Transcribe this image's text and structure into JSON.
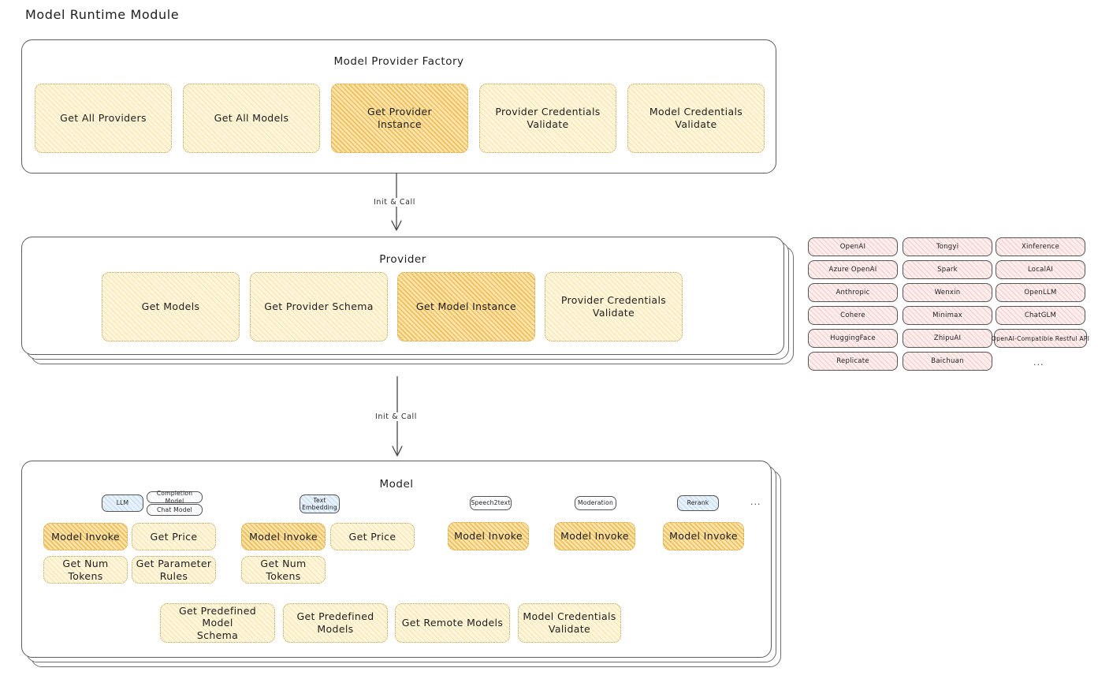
{
  "diagram": {
    "title": "Model Runtime Module",
    "style": "hand-drawn architecture diagram"
  },
  "colors": {
    "highlight_fill": "#fbe3ae",
    "light_fill": "#fdf6dd",
    "provider_pill_fill": "#fdeeee",
    "model_type_pill_fill": "#e8f2fb",
    "stroke": "#1e1e1e",
    "panel_border": "#5c5c5c"
  },
  "factory": {
    "title": "Model Provider Factory",
    "boxes": [
      {
        "label": "Get All Providers",
        "highlighted": false
      },
      {
        "label": "Get All Models",
        "highlighted": false
      },
      {
        "label": "Get Provider\nInstance",
        "highlighted": true
      },
      {
        "label": "Provider Credentials\nValidate",
        "highlighted": false
      },
      {
        "label": "Model Credentials\nValidate",
        "highlighted": false
      }
    ]
  },
  "connectors": [
    {
      "label": "Init & Call",
      "from": "Model Provider Factory",
      "to": "Provider"
    },
    {
      "label": "Init & Call",
      "from": "Provider",
      "to": "Model"
    }
  ],
  "provider": {
    "title": "Provider",
    "boxes": [
      {
        "label": "Get Models",
        "highlighted": false
      },
      {
        "label": "Get Provider Schema",
        "highlighted": false
      },
      {
        "label": "Get Model Instance",
        "highlighted": true
      },
      {
        "label": "Provider Credentials\nValidate",
        "highlighted": false
      }
    ]
  },
  "provider_list": {
    "columns": [
      [
        "OpenAI",
        "Azure OpenAI",
        "Anthropic",
        "Cohere",
        "HuggingFace",
        "Replicate"
      ],
      [
        "Tongyi",
        "Spark",
        "Wenxin",
        "Minimax",
        "ZhipuAI",
        "Baichuan"
      ],
      [
        "Xinference",
        "LocalAI",
        "OpenLLM",
        "ChatGLM",
        "OpenAI-Compatible Restful API"
      ]
    ],
    "more_indicator": "..."
  },
  "model": {
    "title": "Model",
    "more_indicator": "...",
    "groups": [
      {
        "type_pill": "LLM",
        "type_pill_style": "blue",
        "sub_pills": [
          "Completion Model",
          "Chat Model"
        ],
        "boxes": [
          {
            "label": "Model Invoke",
            "highlighted": true
          },
          {
            "label": "Get Price",
            "highlighted": false
          },
          {
            "label": "Get Num Tokens",
            "highlighted": false
          },
          {
            "label": "Get Parameter\nRules",
            "highlighted": false
          }
        ]
      },
      {
        "type_pill": "Text\nEmbedding",
        "type_pill_style": "blue",
        "sub_pills": [],
        "boxes": [
          {
            "label": "Model Invoke",
            "highlighted": true
          },
          {
            "label": "Get Price",
            "highlighted": false
          },
          {
            "label": "Get Num Tokens",
            "highlighted": false
          }
        ]
      },
      {
        "type_pill": "Speech2text",
        "type_pill_style": "plain",
        "sub_pills": [],
        "boxes": [
          {
            "label": "Model Invoke",
            "highlighted": true
          }
        ]
      },
      {
        "type_pill": "Moderation",
        "type_pill_style": "plain",
        "sub_pills": [],
        "boxes": [
          {
            "label": "Model Invoke",
            "highlighted": true
          }
        ]
      },
      {
        "type_pill": "Rerank",
        "type_pill_style": "blue",
        "sub_pills": [],
        "boxes": [
          {
            "label": "Model Invoke",
            "highlighted": true
          }
        ]
      }
    ],
    "common_boxes": [
      {
        "label": "Get Predefined Model\nSchema",
        "highlighted": false
      },
      {
        "label": "Get Predefined\nModels",
        "highlighted": false
      },
      {
        "label": "Get Remote Models",
        "highlighted": false
      },
      {
        "label": "Model Credentials\nValidate",
        "highlighted": false
      }
    ]
  }
}
